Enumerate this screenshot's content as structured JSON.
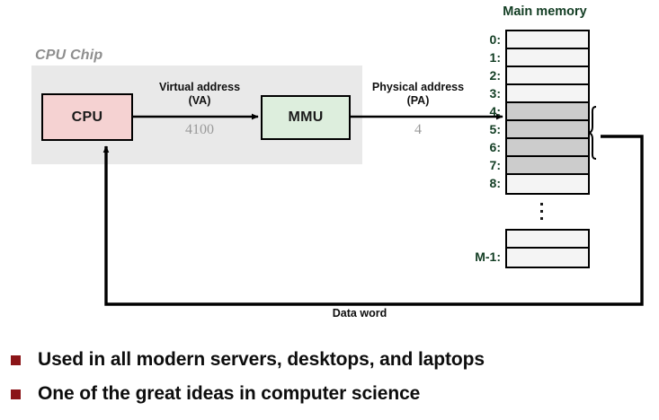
{
  "diagram": {
    "chip": {
      "title": "CPU Chip",
      "cpu_label": "CPU",
      "mmu_label": "MMU"
    },
    "arrows": {
      "virtual_address_label": "Virtual address\n(VA)",
      "virtual_address_line1": "Virtual address",
      "virtual_address_line2": "(VA)",
      "virtual_address_value": "4100",
      "physical_address_line1": "Physical address",
      "physical_address_line2": "(PA)",
      "physical_address_value": "4",
      "data_word_label": "Data word"
    },
    "memory": {
      "title": "Main memory",
      "top_rows": [
        {
          "label": "0:",
          "highlighted": false
        },
        {
          "label": "1:",
          "highlighted": false
        },
        {
          "label": "2:",
          "highlighted": false
        },
        {
          "label": "3:",
          "highlighted": false
        },
        {
          "label": "4:",
          "highlighted": true
        },
        {
          "label": "5:",
          "highlighted": true
        },
        {
          "label": "6:",
          "highlighted": true
        },
        {
          "label": "7:",
          "highlighted": true
        },
        {
          "label": "8:",
          "highlighted": false
        }
      ],
      "ellipsis": "⋮",
      "bottom_rows": [
        {
          "label": "",
          "highlighted": false
        },
        {
          "label": "M-1:",
          "highlighted": false
        }
      ]
    }
  },
  "bullets": [
    {
      "text": "Used in all modern servers, desktops, and laptops"
    },
    {
      "text": "One of the great ideas in computer science"
    }
  ],
  "colors": {
    "cpu_fill": "#f5d2d2",
    "mmu_fill": "#ddeedd",
    "chip_fill": "#e9e9e9",
    "memory_highlight": "#cccccc",
    "memory_fill": "#f4f4f4",
    "label_green": "#123d23",
    "bullet_red": "#8b1518",
    "value_gray": "#9a9a9a"
  }
}
